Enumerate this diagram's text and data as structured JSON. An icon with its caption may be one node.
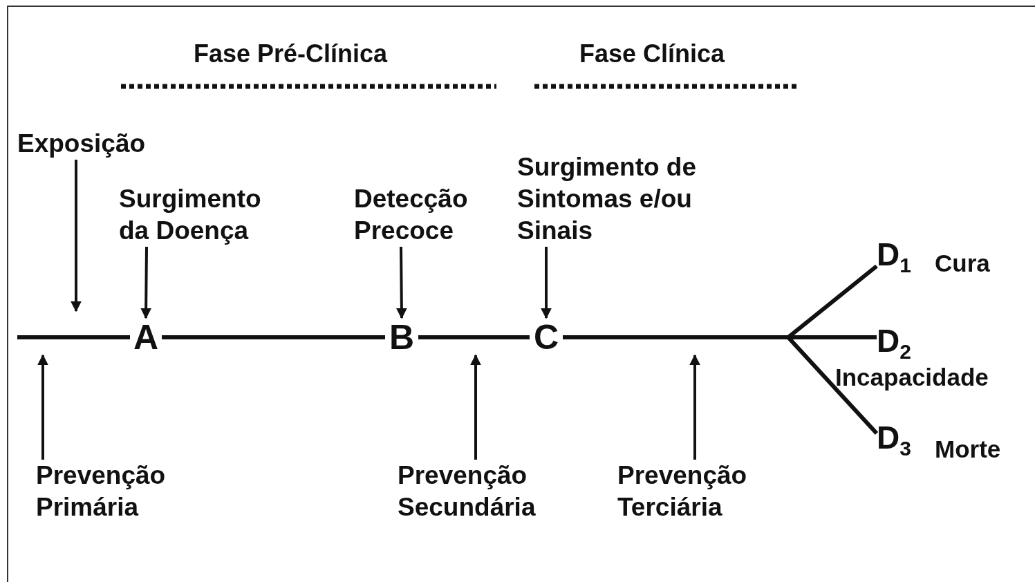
{
  "diagram": {
    "nodes": [
      {
        "text": [
          "Exposição"
        ]
      },
      {
        "text": [
          "Surgimento da Doença"
        ]
      },
      {
        "text": [
          "Detecção Precoce"
        ]
      },
      {
        "text": [
          "Surgimento de Sintomas e/ou Sinais"
        ]
      },
      {
        "text": [
          "A"
        ]
      },
      {
        "text": [
          "B"
        ]
      },
      {
        "text": [
          "C"
        ]
      },
      {
        "text": [
          "D$_{1}$"
        ],
        "beside": [
          "Cura"
        ]
      },
      {
        "text": [
          "D$_{2}$"
        ],
        "beside": [
          "Incapacidade"
        ]
      },
      {
        "text": [
          "D$_{3}$"
        ],
        "beside": [
          "Morte"
        ]
      },
      {
        "text": [
          "Prevenção Primária"
        ]
      },
      {
        "text": [
          "Prevenção Secundária"
        ]
      },
      {
        "text": [
          "Prevenção Terciária"
        ]
      }
    ],
    "edges": [
      {
        "from": 0,
        "to": null,
        "arrow": "to"
      },
      {
        "from": 1,
        "to": 4,
        "arrow": "to"
      },
      {
        "from": 2,
        "to": 5,
        "arrow": "to"
      },
      {
        "from": 3,
        "to": 6,
        "arrow": "to"
      },
      {
        "from": null,
        "to": 4,
        "arrow": "none"
      },
      {
        "from": 4,
        "to": 5,
        "arrow": "none"
      },
      {
        "from": 5,
        "to": 6,
        "arrow": "none"
      },
      {
        "from": 6,
        "to": 7,
        "arrow": "none"
      },
      {
        "from": 6,
        "to": 8,
        "arrow": "none"
      },
      {
        "from": 6,
        "to": 9,
        "arrow": "none"
      },
      {
        "from": 10,
        "to": null,
        "arrow": "to"
      },
      {
        "from": 11,
        "to": null,
        "arrow": "to"
      },
      {
        "from": 12,
        "to": null,
        "arrow": "to"
      }
    ],
    "labels": [
      "Fase Pré-Clínica",
      "Fase Clínica"
    ]
  }
}
